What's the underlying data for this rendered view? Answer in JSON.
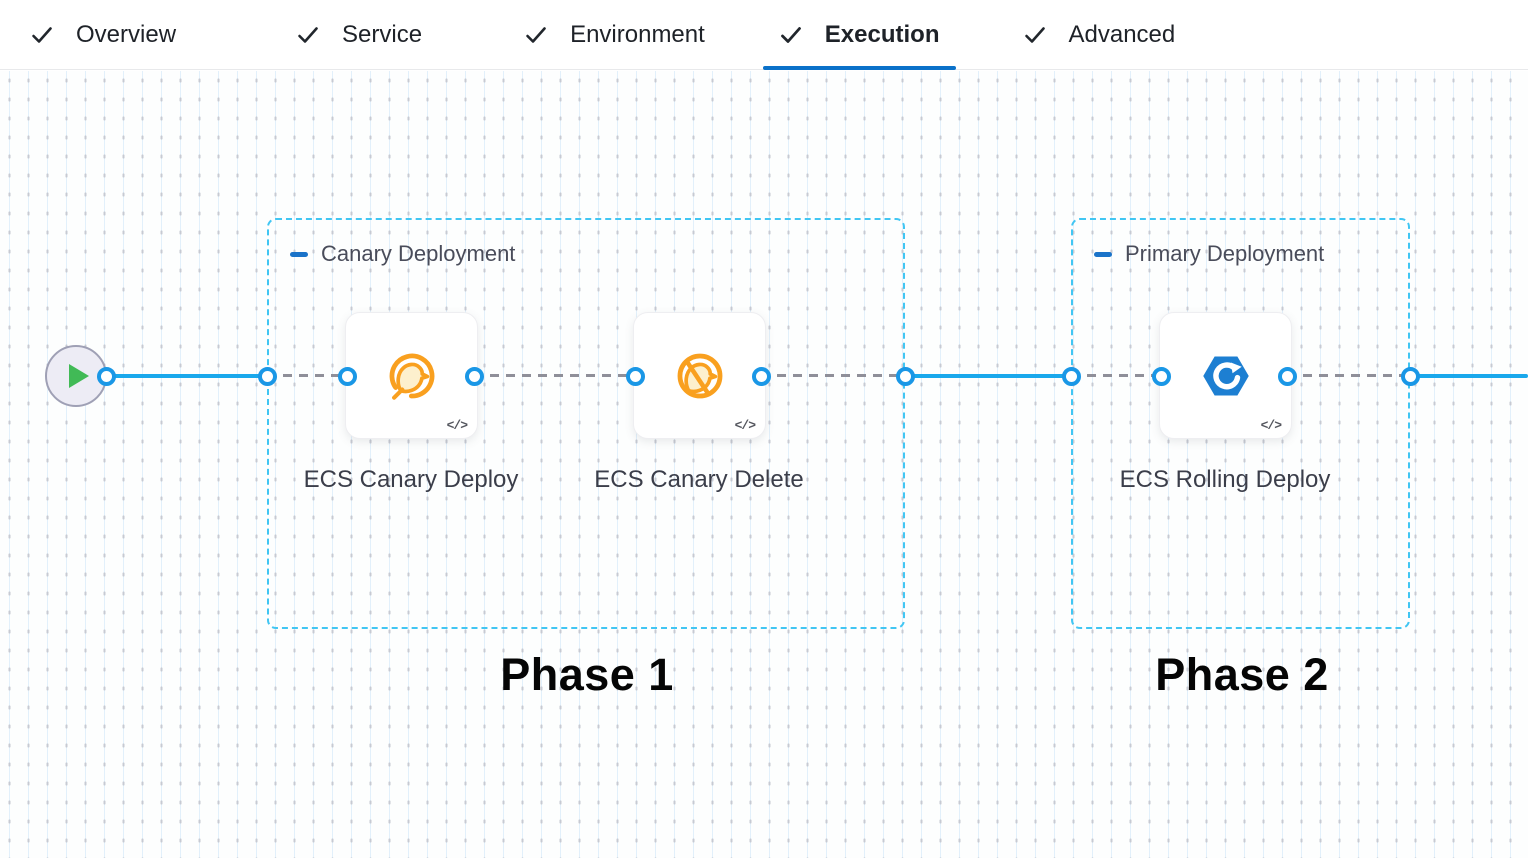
{
  "tabs": [
    {
      "label": "Overview",
      "checked": true,
      "active": false
    },
    {
      "label": "Service",
      "checked": true,
      "active": false
    },
    {
      "label": "Environment",
      "checked": true,
      "active": false
    },
    {
      "label": "Execution",
      "checked": true,
      "active": true
    },
    {
      "label": "Advanced",
      "checked": true,
      "active": false
    }
  ],
  "canvas": {
    "start_node": {
      "icon": "play-icon"
    },
    "stages": [
      {
        "title": "Canary Deployment",
        "phase": "Phase 1",
        "steps": [
          {
            "name": "ECS Canary Deploy",
            "icon": "ecs-canary-deploy-icon",
            "code_tag": "</>"
          },
          {
            "name": "ECS Canary Delete",
            "icon": "ecs-canary-delete-icon",
            "code_tag": "</>"
          }
        ]
      },
      {
        "title": "Primary Deployment",
        "phase": "Phase 2",
        "steps": [
          {
            "name": "ECS Rolling Deploy",
            "icon": "ecs-rolling-deploy-icon",
            "code_tag": "</>"
          }
        ]
      }
    ]
  },
  "colors": {
    "accent": "#0a71c9",
    "connector": "#19a8ec",
    "port": "#1a97e6",
    "groupborder": "#41c6f3",
    "canary": "#f9a01f",
    "ecsblue": "#1d7fd2",
    "play": "#41ba56"
  }
}
